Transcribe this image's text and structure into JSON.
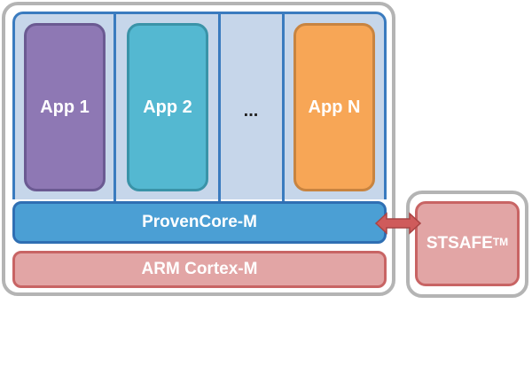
{
  "diagram": {
    "apps": [
      {
        "label": "App 1",
        "color": "#8e78b4",
        "border": "#6b5a92"
      },
      {
        "label": "App 2",
        "color": "#54b8d1",
        "border": "#3a93a8"
      },
      {
        "label": "App N",
        "color": "#f7a656",
        "border": "#c88440"
      }
    ],
    "ellipsis": "...",
    "kernel_label": "ProvenCore-M",
    "cpu_label": "ARM Cortex-M",
    "secure_element": {
      "name": "STSAFE",
      "trademark": "TM"
    },
    "connector": "bidirectional-arrow"
  }
}
